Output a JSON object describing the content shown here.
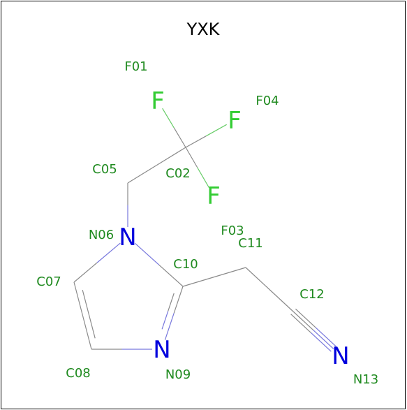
{
  "title": "YXK",
  "colors": {
    "background": "#ffffff",
    "border": "#000000",
    "bond": "#8a8a8a",
    "carbon_label": "#1f8a1f",
    "fluorine": "#33cc33",
    "nitrogen": "#0000dd",
    "nitrogen_bond": "#7777dd",
    "fluorine_bond": "#66cc66"
  },
  "atoms": [
    {
      "id": "F01",
      "element": "F",
      "symbol": "F",
      "label": "F01"
    },
    {
      "id": "C02",
      "element": "C",
      "symbol": "",
      "label": "C02"
    },
    {
      "id": "F03",
      "element": "F",
      "symbol": "F",
      "label": "F03"
    },
    {
      "id": "F04",
      "element": "F",
      "symbol": "F",
      "label": "F04"
    },
    {
      "id": "C05",
      "element": "C",
      "symbol": "",
      "label": "C05"
    },
    {
      "id": "N06",
      "element": "N",
      "symbol": "N",
      "label": "N06"
    },
    {
      "id": "C07",
      "element": "C",
      "symbol": "",
      "label": "C07"
    },
    {
      "id": "C08",
      "element": "C",
      "symbol": "",
      "label": "C08"
    },
    {
      "id": "N09",
      "element": "N",
      "symbol": "N",
      "label": "N09"
    },
    {
      "id": "C10",
      "element": "C",
      "symbol": "",
      "label": "C10"
    },
    {
      "id": "C11",
      "element": "C",
      "symbol": "",
      "label": "C11"
    },
    {
      "id": "C12",
      "element": "C",
      "symbol": "",
      "label": "C12"
    },
    {
      "id": "N13",
      "element": "N",
      "symbol": "N",
      "label": "N13"
    }
  ],
  "bonds": [
    {
      "a": "F01",
      "b": "C02",
      "order": 1
    },
    {
      "a": "C02",
      "b": "F04",
      "order": 1
    },
    {
      "a": "C02",
      "b": "F03",
      "order": 1
    },
    {
      "a": "C02",
      "b": "C05",
      "order": 1
    },
    {
      "a": "C05",
      "b": "N06",
      "order": 1
    },
    {
      "a": "N06",
      "b": "C07",
      "order": 1
    },
    {
      "a": "C07",
      "b": "C08",
      "order": 2
    },
    {
      "a": "C08",
      "b": "N09",
      "order": 1
    },
    {
      "a": "N09",
      "b": "C10",
      "order": 2
    },
    {
      "a": "C10",
      "b": "N06",
      "order": 1
    },
    {
      "a": "C10",
      "b": "C11",
      "order": 1
    },
    {
      "a": "C11",
      "b": "C12",
      "order": 1
    },
    {
      "a": "C12",
      "b": "N13",
      "order": 3
    }
  ]
}
